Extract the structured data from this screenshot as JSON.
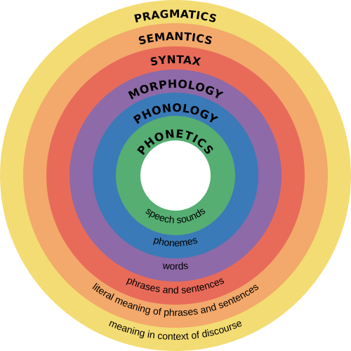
{
  "rings": [
    {
      "title": "PRAGMATICS",
      "description": "meaning in context of discourse",
      "color": "#F3DC73"
    },
    {
      "title": "SEMANTICS",
      "description": "literal meaning of phrases and sentences",
      "color": "#F3A96B"
    },
    {
      "title": "SYNTAX",
      "description": "phrases and sentences",
      "color": "#E86B5A"
    },
    {
      "title": "MORPHOLOGY",
      "description": "words",
      "color": "#8E6AA8"
    },
    {
      "title": "PHONOLOGY",
      "description": "phonemes",
      "color": "#3A7AB8"
    },
    {
      "title": "PHONETICS",
      "description": "speech sounds",
      "color": "#56AE73"
    }
  ],
  "center_color": "#FFFFFF"
}
